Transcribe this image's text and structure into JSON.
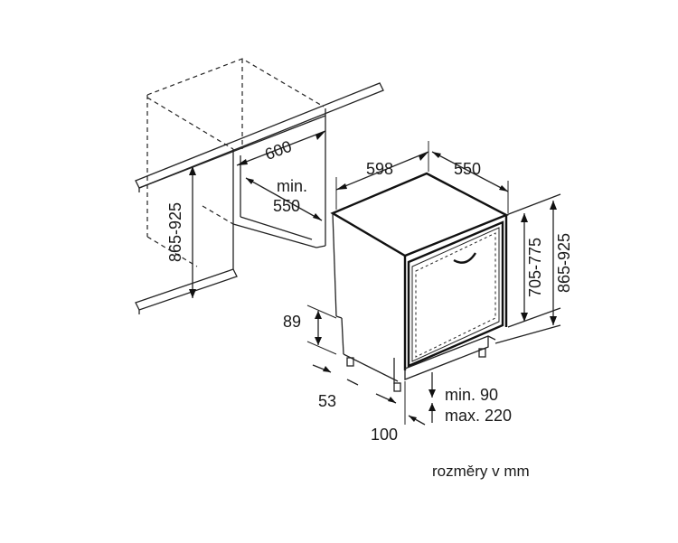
{
  "dimensions": {
    "niche_width": "600",
    "niche_depth_label": "min.",
    "niche_depth": "550",
    "niche_height": "865-925",
    "appliance_width": "598",
    "appliance_depth": "550",
    "appliance_height_a": "705-775",
    "appliance_height_b": "865-925",
    "plinth_height": "89",
    "plinth_offset": "53",
    "door_gap_min": "min. 90",
    "door_gap_max": "max. 220",
    "foot_offset": "100"
  },
  "caption": "rozměry v mm"
}
